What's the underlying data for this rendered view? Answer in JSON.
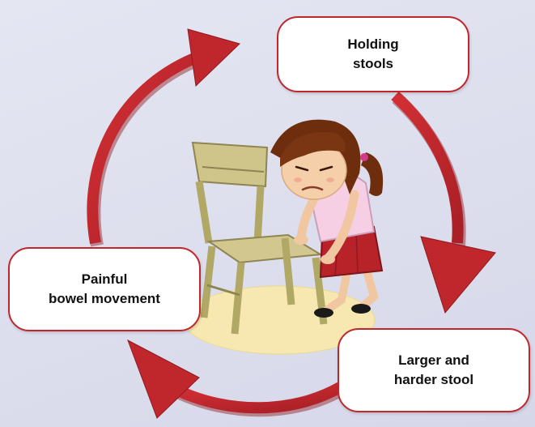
{
  "colors": {
    "background": "#dfe1ef",
    "arrow": "#c0272d",
    "arrow_dark": "#8e1a1f",
    "box_border": "#c0272d",
    "floor_spot": "#f6e8b0",
    "chair": "#c7bd7e"
  },
  "icons": {
    "arrows": "cycle-arrow-icon",
    "figure": "girl-at-chair-illustration"
  },
  "diagram": {
    "nodes": [
      {
        "id": "holding",
        "lines": [
          "Holding",
          "stools"
        ]
      },
      {
        "id": "larger",
        "lines": [
          "Larger and",
          "harder stool"
        ]
      },
      {
        "id": "painful",
        "lines": [
          "Painful",
          "bowel movement"
        ]
      }
    ]
  }
}
